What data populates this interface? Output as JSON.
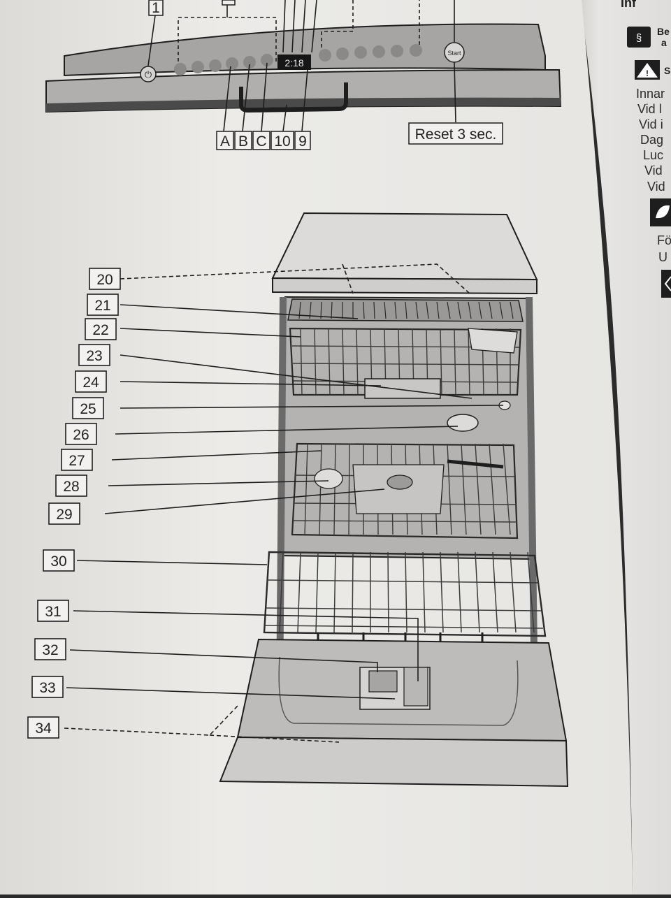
{
  "control_panel": {
    "callouts_top": [
      "1"
    ],
    "callouts_bottom": [
      "A",
      "B",
      "C",
      "10",
      "9"
    ],
    "display_text": "2:18",
    "power_symbol": "power-icon",
    "start_label": "Start",
    "reset_label": "Reset 3 sec."
  },
  "dishwasher_callouts": [
    "20",
    "21",
    "22",
    "23",
    "24",
    "25",
    "26",
    "27",
    "28",
    "29",
    "30",
    "31",
    "32",
    "33",
    "34"
  ],
  "right_page": {
    "lines": [
      "Innar",
      "Vid l",
      "Vid i",
      "Dag",
      "Luc",
      "Vid",
      "Vid",
      "Fö",
      "U"
    ],
    "heading_fragment": "Inf",
    "icon_items": [
      {
        "icon": "paragraph-hand-icon",
        "text": "Be",
        "text2": "a"
      },
      {
        "icon": "warning-triangle-icon",
        "text": "S"
      },
      {
        "icon": "leaf-icon",
        "text": ""
      },
      {
        "icon": "diamond-icon",
        "text": ""
      }
    ]
  },
  "colors": {
    "paper": "#e9e8e6",
    "panel_gray": "#a8a7a5",
    "tub_gray": "#b9b8b6",
    "ink": "#1e1e1e"
  }
}
